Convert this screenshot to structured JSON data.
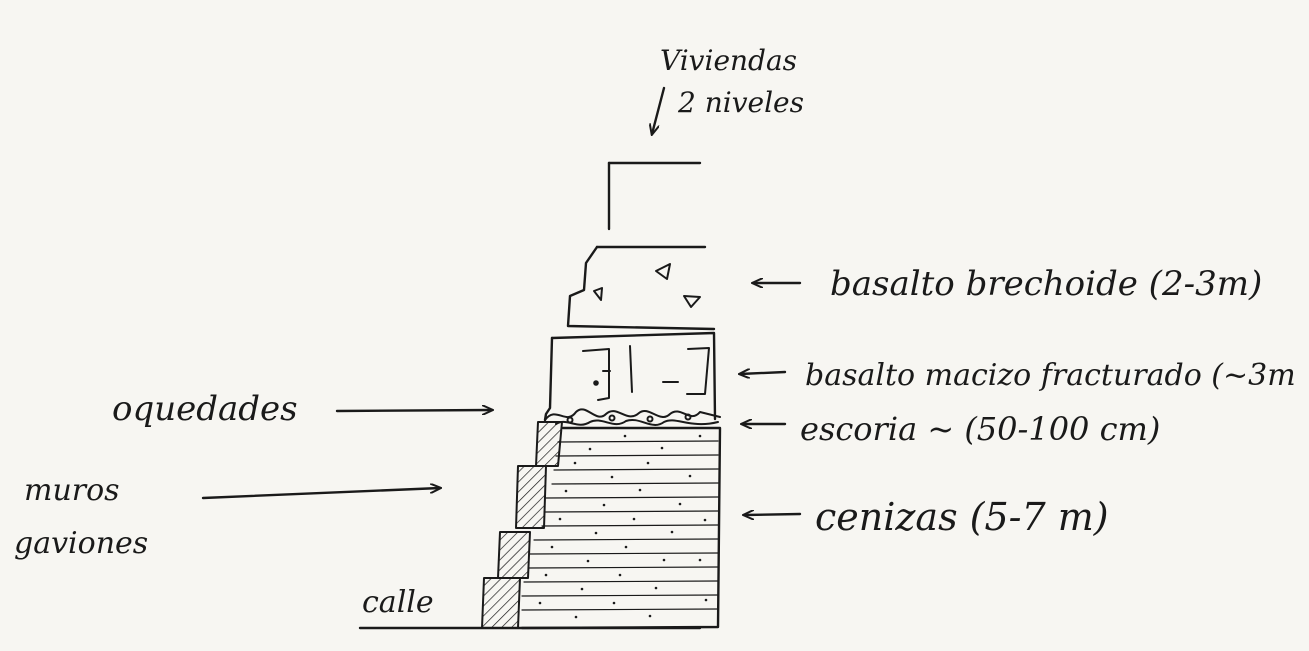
{
  "labels": {
    "viviendas": "Viviendas",
    "niveles": "2 niveles",
    "basalto_brechoide": "basalto brechoide (2-3m)",
    "basalto_macizo": "basalto macizo fracturado (~3m",
    "escoria": "escoria ~ (50-100 cm)",
    "cenizas": "cenizas (5-7 m)",
    "oquedades": "oquedades",
    "muros": "muros",
    "gaviones": "gaviones",
    "calle": "calle"
  },
  "colors": {
    "ink": "#1a1a1a",
    "paper": "#f7f6f2"
  }
}
